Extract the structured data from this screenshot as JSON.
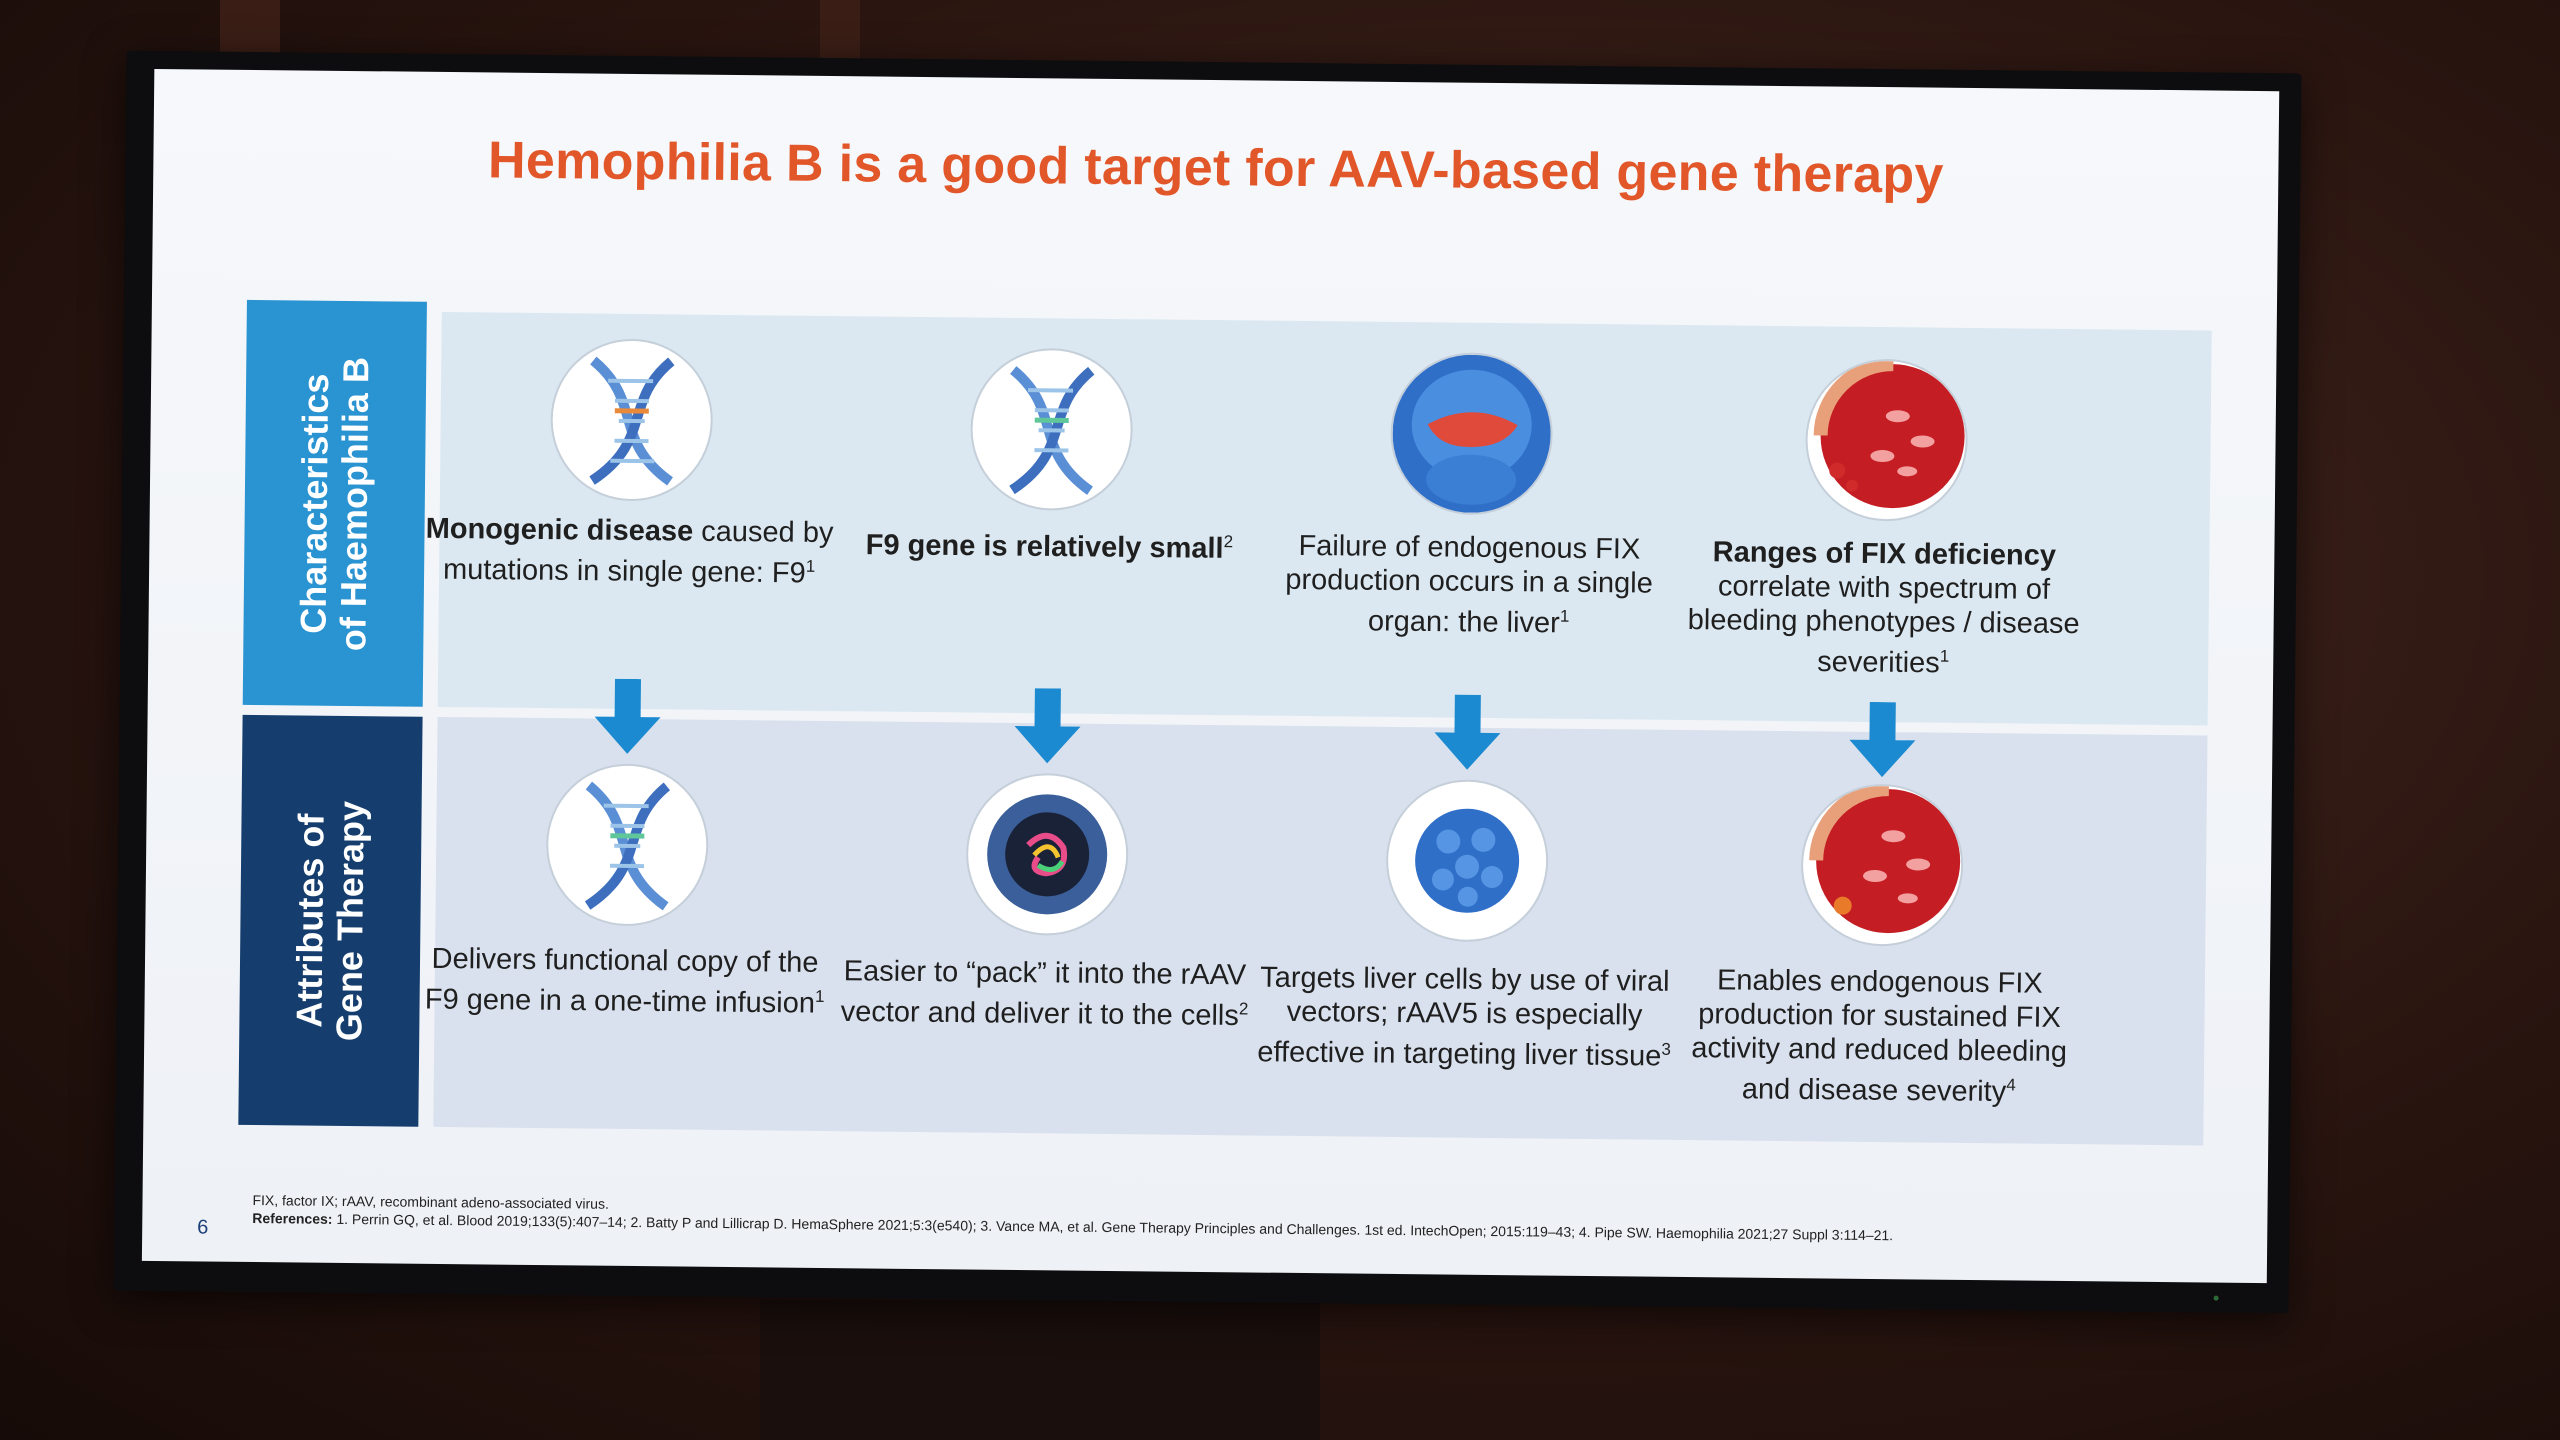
{
  "slide": {
    "title": "Hemophilia B is a good target for AAV-based gene therapy",
    "band_top": "Characteristics\nof Haemophilia B",
    "band_bottom": "Attributes of\nGene Therapy",
    "characteristics": [
      {
        "icon": "dna-helix-icon",
        "bold_lead": "Monogenic disease",
        "text": "caused by mutations in single gene: F9",
        "sup": "1"
      },
      {
        "icon": "dna-helix-icon",
        "bold_lead": "F9 gene is relatively small",
        "text": "",
        "sup": "2"
      },
      {
        "icon": "liver-anatomy-icon",
        "bold_lead": "",
        "text": "Failure of endogenous FIX production occurs in a single organ: the liver",
        "sup": "1"
      },
      {
        "icon": "blood-cells-icon",
        "bold_lead": "Ranges of FIX deficiency",
        "text": "correlate with spectrum of bleeding phenotypes / disease severities",
        "sup": "1"
      }
    ],
    "attributes": [
      {
        "icon": "dna-helix-icon",
        "text": "Delivers functional copy of the F9 gene in a one-time infusion",
        "sup": "1"
      },
      {
        "icon": "aav-capsid-gene-icon",
        "text": "Easier to “pack” it into the rAAV vector and deliver it to the cells",
        "sup": "2"
      },
      {
        "icon": "viral-vector-icon",
        "text": "Targets liver cells by use of viral vectors; rAAV5 is especially effective in targeting liver tissue",
        "sup": "3"
      },
      {
        "icon": "blood-cells-icon",
        "text": "Enables endogenous FIX production for sustained FIX activity and reduced bleeding and disease severity",
        "sup": "4"
      }
    ],
    "abbreviations": "FIX, factor IX; rAAV, recombinant adeno-associated virus.",
    "references_label": "References:",
    "references": "1. Perrin GQ, et al. Blood 2019;133(5):407–14; 2. Batty P and Lillicrap D. HemaSphere 2021;5:3(e540); 3. Vance MA, et al. Gene Therapy Principles and Challenges. 1st ed. IntechOpen; 2015:119–43; 4. Pipe SW. Haemophilia 2021;27 Suppl 3:114–21.",
    "page_number": "6",
    "colors": {
      "title": "#e2572a",
      "band_top": "#2a93d1",
      "band_bottom": "#153e6e",
      "arrow": "#1b8ad0"
    }
  }
}
